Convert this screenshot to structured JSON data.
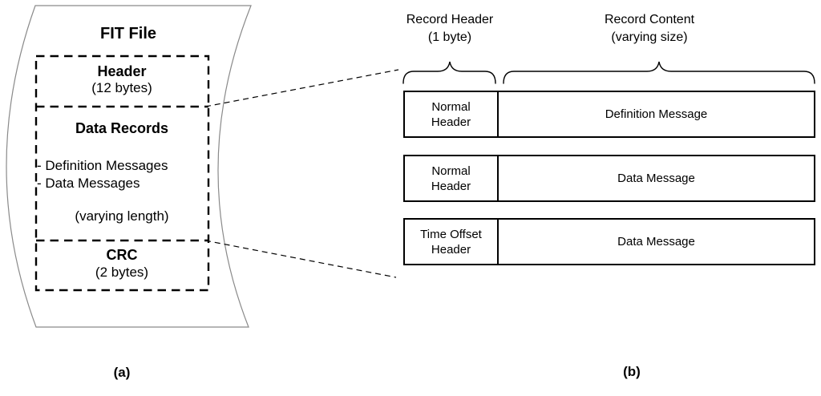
{
  "colors": {
    "line": "#000000",
    "page_outline": "#8a8a8a",
    "background": "#ffffff"
  },
  "left": {
    "title": "FIT File",
    "header": {
      "name": "Header",
      "size": "(12 bytes)"
    },
    "data_records": {
      "name": "Data Records",
      "item1": "- Definition Messages",
      "item2": "- Data Messages",
      "size": "(varying length)"
    },
    "crc": {
      "name": "CRC",
      "size": "(2 bytes)"
    },
    "caption": "(a)"
  },
  "right": {
    "record_header_label": {
      "title": "Record Header",
      "size": "(1 byte)"
    },
    "record_content_label": {
      "title": "Record Content",
      "size": "(varying size)"
    },
    "rows": [
      {
        "header": "Normal Header",
        "content": "Definition Message"
      },
      {
        "header": "Normal Header",
        "content": "Data Message"
      },
      {
        "header": "Time Offset Header",
        "content": "Data Message"
      }
    ],
    "caption": "(b)"
  }
}
